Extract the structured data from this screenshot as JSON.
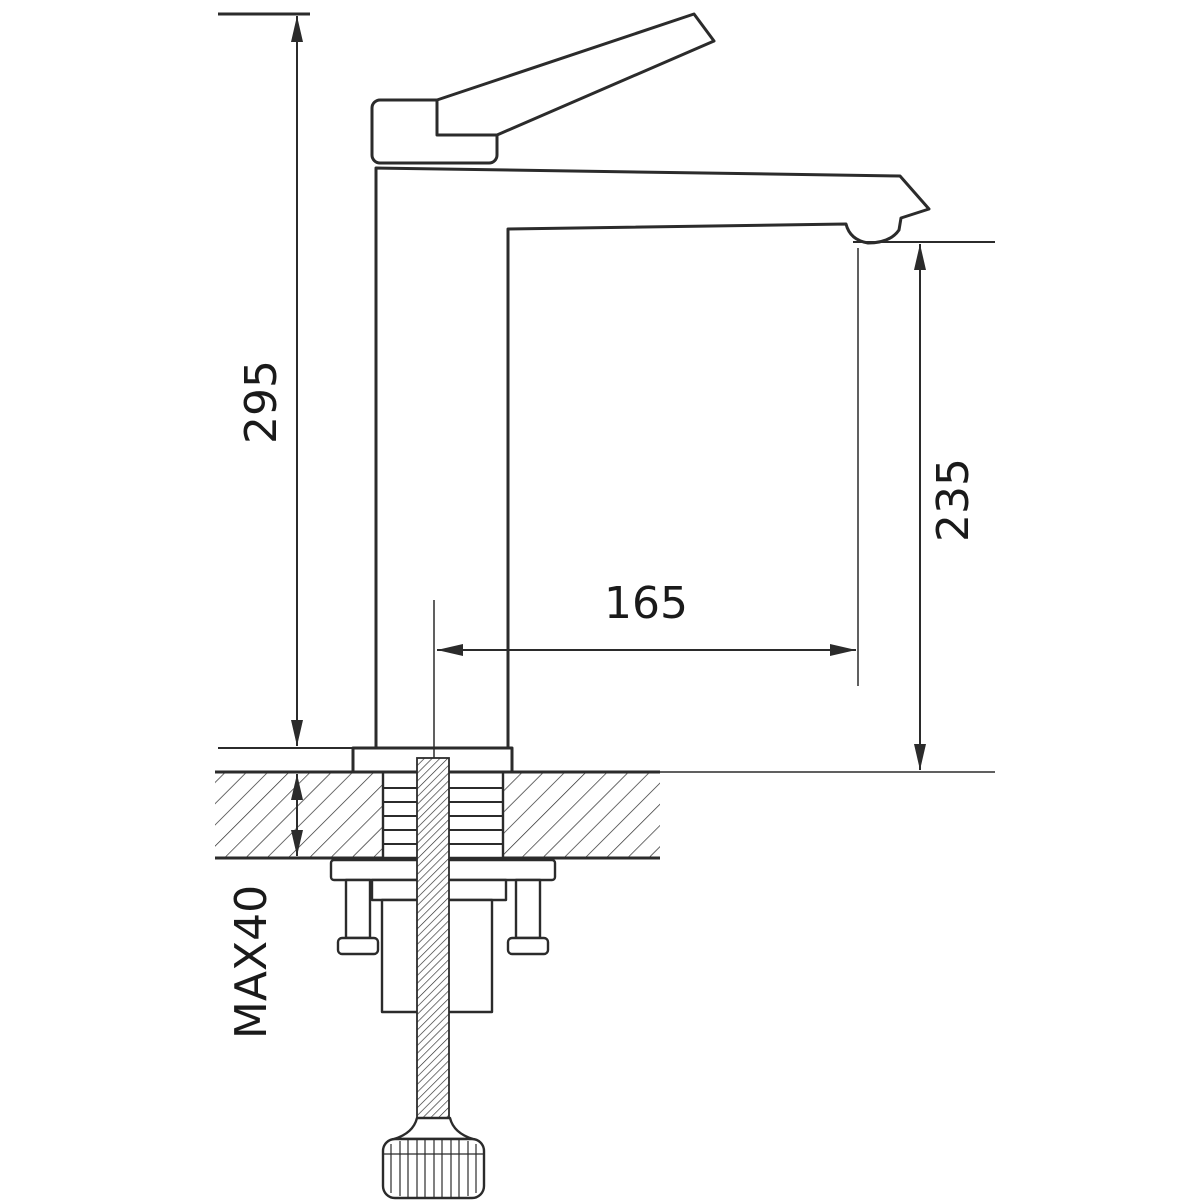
{
  "dimension_labels": {
    "height_overall": "295",
    "height_spout": "235",
    "reach_spout": "165",
    "deck_thickness_max": "MAX40"
  },
  "colors": {
    "line": "#2b2b2b",
    "text": "#1a1a1a",
    "background": "#ffffff"
  }
}
